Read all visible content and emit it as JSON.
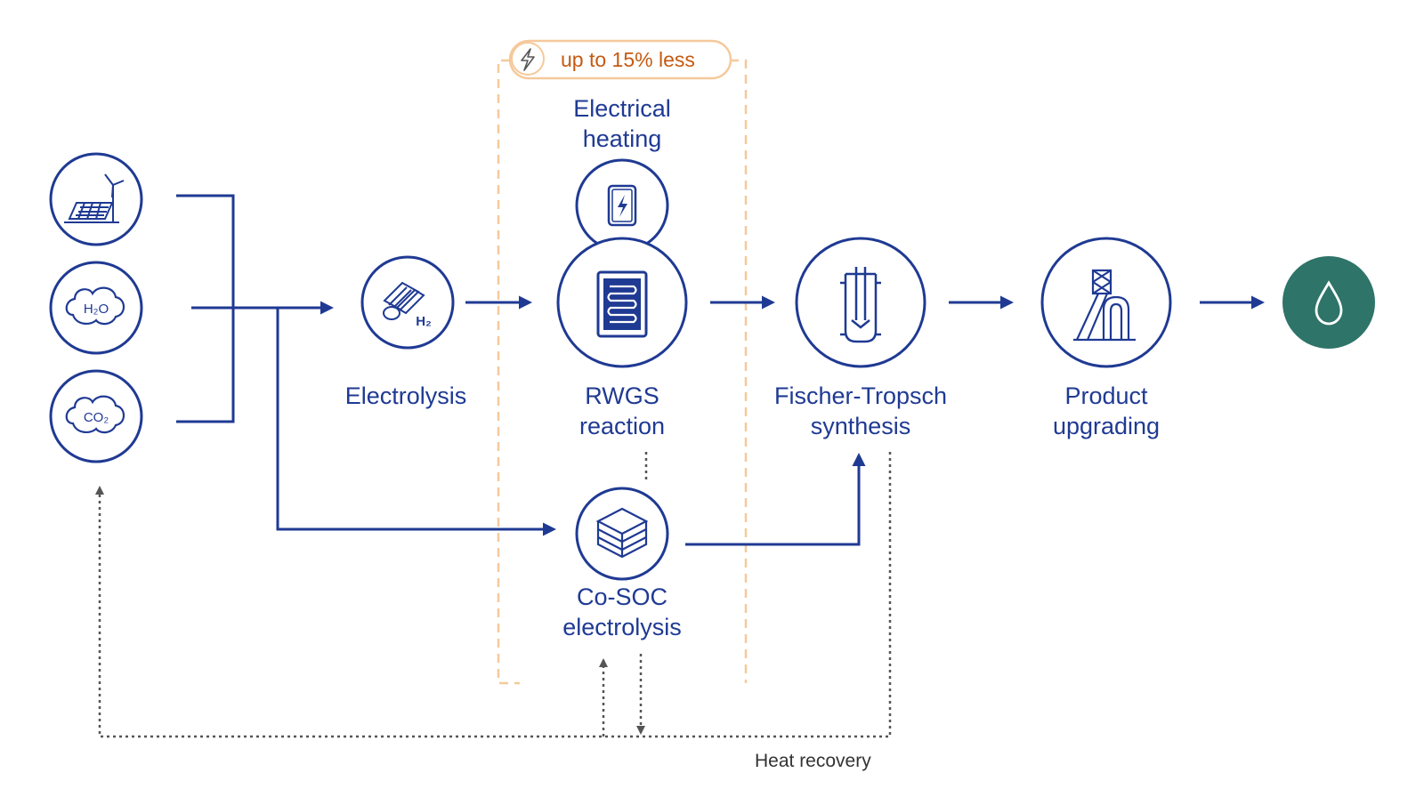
{
  "colors": {
    "primary": "#1f3a93",
    "dashed_box": "#f5c99b",
    "badge_text": "#c55a11",
    "heat_line": "#555555",
    "product": "#2e7469"
  },
  "icons": {
    "renewables": "solar-wind-icon",
    "water": "h2o-cloud-icon",
    "co2": "co2-cloud-icon",
    "electrolysis": "h2-electrolyzer-icon",
    "electrical_heating": "battery-lightning-icon",
    "rwgs": "reactor-coil-icon",
    "co_soc": "cell-stack-icon",
    "fischer_tropsch": "ft-reactor-icon",
    "upgrading": "refinery-tower-icon",
    "product": "fuel-drop-icon",
    "badge": "lightning-icon"
  },
  "inputs": {
    "water_text": "H₂O",
    "co2_text": "CO₂"
  },
  "badge": {
    "text": "up to 15% less"
  },
  "electrolysis": {
    "label": "Electrolysis",
    "icon_text": "H₂"
  },
  "electrical_heating": {
    "label_line1": "Electrical",
    "label_line2": "heating"
  },
  "rwgs": {
    "label_line1": "RWGS",
    "label_line2": "reaction"
  },
  "co_soc": {
    "label_line1": "Co-SOC",
    "label_line2": "electrolysis"
  },
  "fischer_tropsch": {
    "label_line1": "Fischer-Tropsch",
    "label_line2": "synthesis"
  },
  "upgrading": {
    "label_line1": "Product",
    "label_line2": "upgrading"
  },
  "heat_recovery": {
    "label": "Heat recovery"
  }
}
